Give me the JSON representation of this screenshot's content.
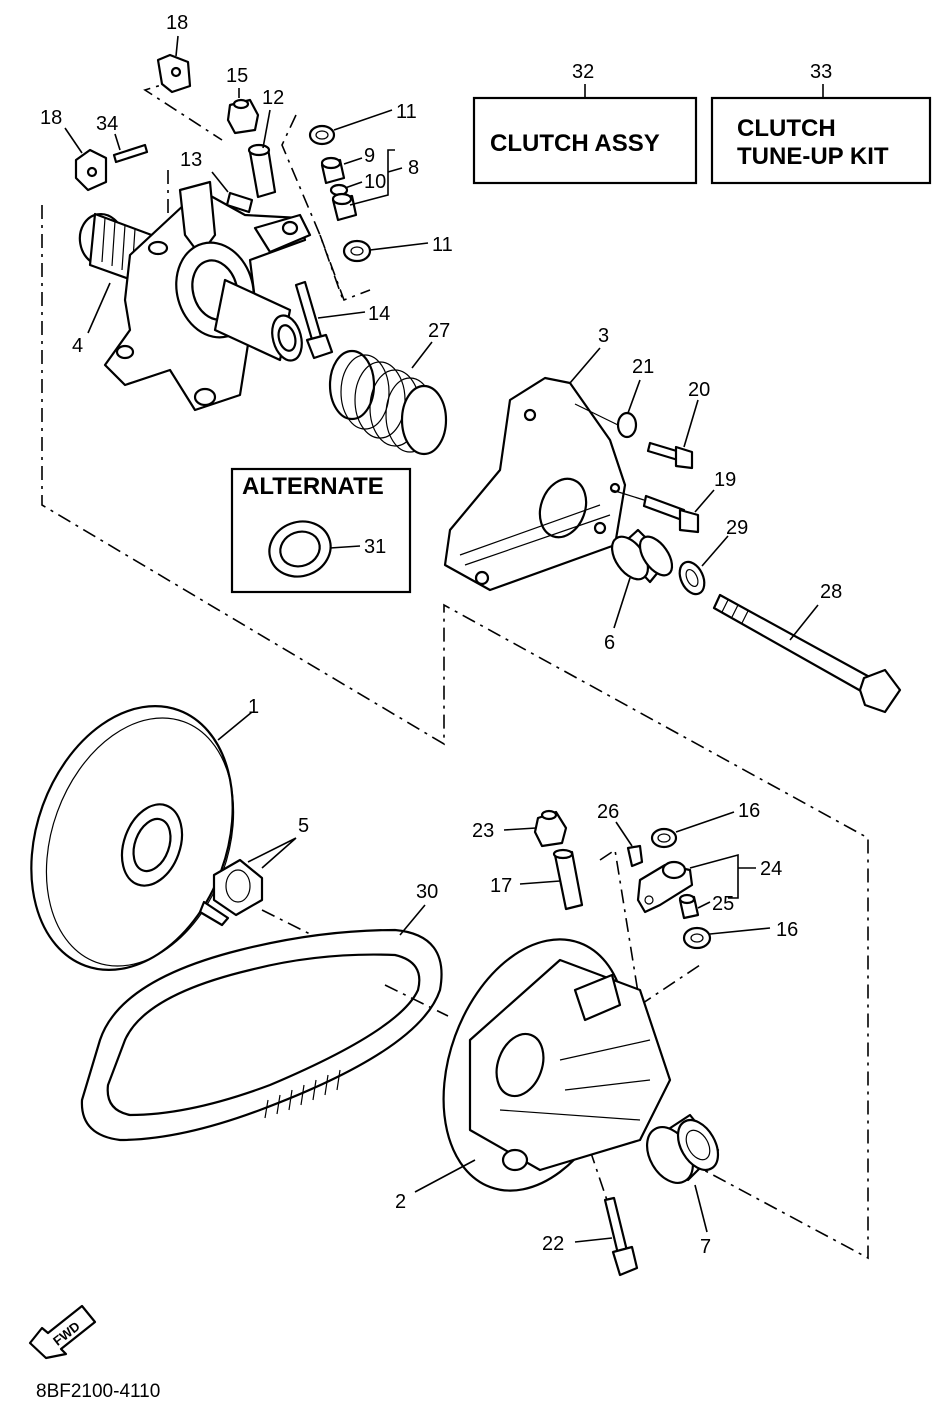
{
  "boxes": {
    "clutch_assy": {
      "number": "32",
      "label": "CLUTCH ASSY"
    },
    "tune_up_kit": {
      "number": "33",
      "label_line1": "CLUTCH",
      "label_line2": "TUNE-UP KIT"
    },
    "alternate": {
      "label": "ALTERNATE",
      "part_number": "31"
    }
  },
  "callouts": {
    "c1": "1",
    "c2": "2",
    "c3": "3",
    "c4": "4",
    "c5": "5",
    "c6": "6",
    "c7": "7",
    "c8": "8",
    "c9": "9",
    "c10": "10",
    "c11a": "11",
    "c11b": "11",
    "c12": "12",
    "c13": "13",
    "c14": "14",
    "c15": "15",
    "c16a": "16",
    "c16b": "16",
    "c17": "17",
    "c18a": "18",
    "c18b": "18",
    "c19": "19",
    "c20": "20",
    "c21": "21",
    "c22": "22",
    "c23": "23",
    "c24": "24",
    "c25": "25",
    "c26": "26",
    "c27": "27",
    "c28": "28",
    "c29": "29",
    "c30": "30",
    "c34": "34"
  },
  "fwd_label": "FWD",
  "diagram_code": "8BF2100-4110"
}
